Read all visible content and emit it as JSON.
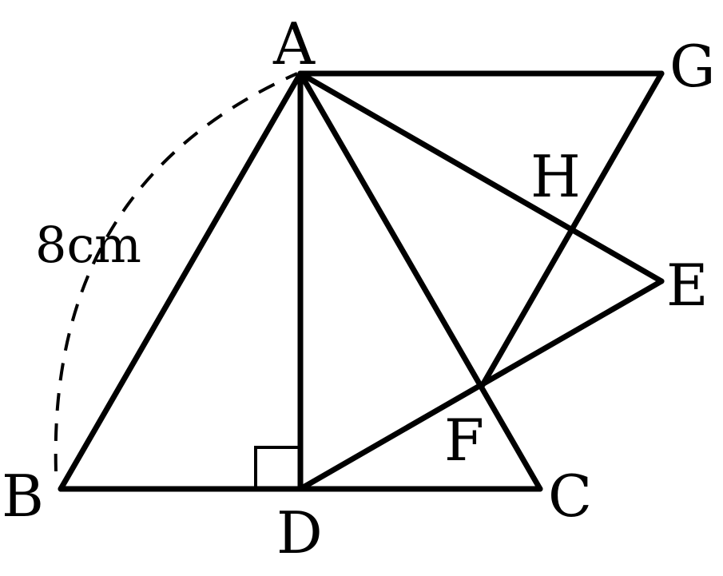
{
  "diagram": {
    "points": {
      "A": "A",
      "B": "B",
      "C": "C",
      "D": "D",
      "E": "E",
      "F": "F",
      "G": "G",
      "H": "H"
    },
    "measure_label": "8cm",
    "colors": {
      "stroke": "#000000",
      "background": "#ffffff"
    }
  }
}
